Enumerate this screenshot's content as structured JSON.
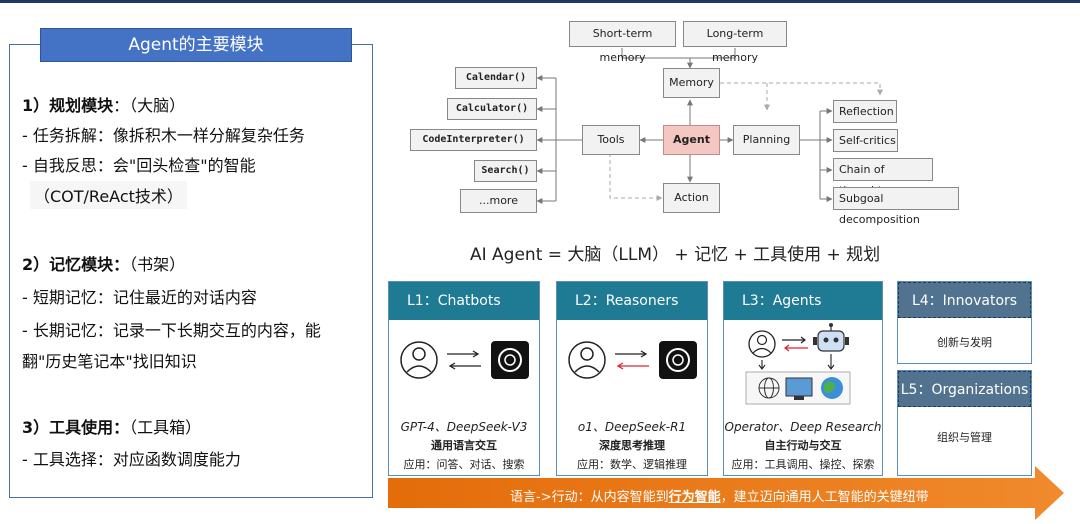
{
  "left": {
    "title": "Agent的主要模块",
    "planning": {
      "heading": "1）规划模块",
      "aside": "：（大脑）",
      "lines": [
        "- 任务拆解：像拆积木一样分解复杂任务",
        "- 自我反思：会\"回头检查\"的智能",
        "（COT/ReAct技术）"
      ]
    },
    "memory": {
      "heading": "2）记忆模块：",
      "aside": "（书架）",
      "lines": [
        "- 短期记忆：记住最近的对话内容",
        "- 长期记忆：记录一下长期交互的内容，能",
        "翻\"历史笔记本\"找旧知识"
      ]
    },
    "tools": {
      "heading": "3）工具使用：",
      "aside": "（工具箱）",
      "lines": [
        "- 工具选择：对应函数调度能力"
      ]
    }
  },
  "diagram": {
    "short_term": "Short-term memory",
    "long_term": "Long-term memory",
    "memory": "Memory",
    "agent": "Agent",
    "tools": "Tools",
    "planning": "Planning",
    "action": "Action",
    "tool_items": [
      "Calendar()",
      "Calculator()",
      "CodeInterpreter()",
      "Search()",
      "...more"
    ],
    "planning_items": [
      "Reflection",
      "Self-critics",
      "Chain of thoughts",
      "Subgoal decomposition"
    ],
    "formula": "AI Agent = 大脑（LLM） + 记忆 + 工具使用 + 规划"
  },
  "levels": [
    {
      "title": "L1：Chatbots",
      "model": "GPT-4、DeepSeek-V3",
      "subtitle": "通用语言交互",
      "app": "应用：问答、对话、搜索"
    },
    {
      "title": "L2：Reasoners",
      "model": "o1、DeepSeek-R1",
      "subtitle": "深度思考推理",
      "app": "应用：数学、逻辑推理"
    },
    {
      "title": "L3：Agents",
      "model": "Operator、Deep Research",
      "subtitle": "自主行动与交互",
      "app": "应用：工具调用、操控、探索"
    },
    {
      "title": "L4：Innovators",
      "desc": "创新与发明"
    },
    {
      "title": "L5：Organizations",
      "desc": "组织与管理"
    }
  ],
  "banner": {
    "prefix": "语言->行动：从内容智能到",
    "emph": "行为智能",
    "suffix": "，建立迈向通用人工智能的关键纽带"
  },
  "colors": {
    "card_head": "#1f7a93",
    "right_head": "#52738f",
    "arrow": "#e46c0a",
    "agent_box": "#f4c7c3",
    "title_bar": "#4472c4"
  }
}
